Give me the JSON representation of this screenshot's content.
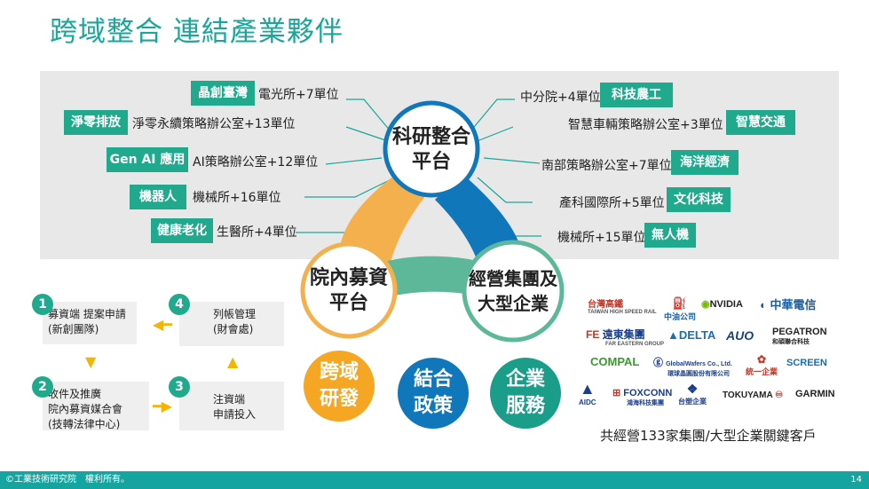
{
  "title": "跨域整合 連結產業夥伴",
  "hub": {
    "line1": "科研整合",
    "line2": "平台"
  },
  "left_items": [
    {
      "tag": "晶創臺灣",
      "unit": "電光所+7單位"
    },
    {
      "tag": "淨零排放",
      "unit": "淨零永續策略辦公室+13單位"
    },
    {
      "tag": "Gen AI 應用",
      "unit": "AI策略辦公室+12單位"
    },
    {
      "tag": "機器人",
      "unit": "機械所+16單位"
    },
    {
      "tag": "健康老化",
      "unit": "生醫所+4單位"
    }
  ],
  "right_items": [
    {
      "tag": "科技農工",
      "unit": "中分院+4單位"
    },
    {
      "tag": "智慧交通",
      "unit": "智慧車輛策略辦公室+3單位"
    },
    {
      "tag": "海洋經濟",
      "unit": "南部策略辦公室+7單位"
    },
    {
      "tag": "文化科技",
      "unit": "產科國際所+5單位"
    },
    {
      "tag": "無人機",
      "unit": "機械所+15單位"
    }
  ],
  "left_node": {
    "line1": "院內募資",
    "line2": "平台"
  },
  "right_node": {
    "line1": "經營集團及",
    "line2": "大型企業"
  },
  "circles": [
    {
      "line1": "跨域",
      "line2": "研發",
      "color": "#f5a623"
    },
    {
      "line1": "結合",
      "line2": "政策",
      "color": "#1177bb"
    },
    {
      "line1": "企業",
      "line2": "服務",
      "color": "#1a9e8a"
    }
  ],
  "steps": [
    {
      "num": "1",
      "line1": "募資端 提案申請",
      "line2": "(新創團隊)"
    },
    {
      "num": "4",
      "line1": "列帳管理",
      "line2": "(財會處)"
    },
    {
      "num": "2",
      "line1": "收件及推廣",
      "line2": "院內募資媒合會",
      "line3": "(技轉法律中心)"
    },
    {
      "num": "3",
      "line1": "注資端",
      "line2": "申請投入"
    }
  ],
  "logos": {
    "thsr": "台灣高鐵",
    "thsr_sub": "TAIWAN HIGH SPEED RAIL",
    "cpc": "中油公司",
    "nvidia": "NVIDIA",
    "cht": "中華電信",
    "fe": "遠東集團",
    "fe_sub": "FAR EASTERN GROUP",
    "delta": "DELTA",
    "auo": "AUO",
    "pegatron": "PEGATRON",
    "pegatron_sub": "和碩聯合科技",
    "compal": "COMPAL",
    "gw": "GlobalWafers Co., Ltd.",
    "gw_sub": "環球晶圓股份有限公司",
    "uni": "統一企業",
    "screen": "SCREEN",
    "aidc": "AIDC",
    "foxconn": "FOXCONN",
    "foxconn_sub": "鴻海科技集團",
    "taisugar": "台塑企業",
    "tokuyama": "TOKUYAMA",
    "garmin": "GARMIN"
  },
  "caption": "共經營133家集團/大型企業關鍵客戶",
  "footer": {
    "copyright": "©工業技術研究院　權利所有。",
    "page": "14"
  },
  "colors": {
    "teal": "#20a98c",
    "orange": "#f5a623",
    "blue": "#1177bb",
    "green": "#5db89a",
    "gray": "#e8e8e8"
  }
}
